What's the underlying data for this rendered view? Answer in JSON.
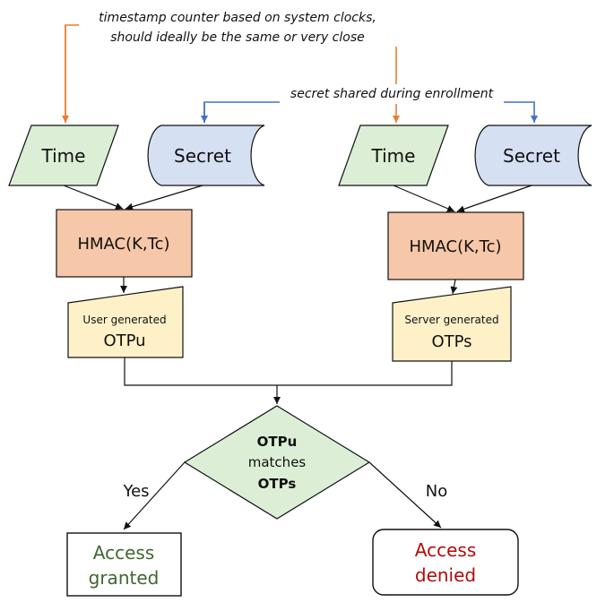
{
  "annotations": {
    "time_note_line1": "timestamp counter based on system clocks,",
    "time_note_line2": "should ideally be the same or very close",
    "secret_note": "secret shared during enrollment"
  },
  "left": {
    "time_label": "Time",
    "secret_label": "Secret",
    "hmac_label": "HMAC(K,Tc)",
    "otp_caption": "User generated",
    "otp_label": "OTPu"
  },
  "right": {
    "time_label": "Time",
    "secret_label": "Secret",
    "hmac_label": "HMAC(K,Tc)",
    "otp_caption": "Server generated",
    "otp_label": "OTPs"
  },
  "decision": {
    "line1": "OTPu",
    "line2": "matches",
    "line3": "OTPs",
    "yes_label": "Yes",
    "no_label": "No"
  },
  "outcomes": {
    "granted_line1": "Access",
    "granted_line2": "granted",
    "denied_line1": "Access",
    "denied_line2": "denied"
  },
  "colors": {
    "time_fill": "#dcefd6",
    "secret_fill": "#d6e0f3",
    "hmac_fill": "#f6c7a8",
    "otp_fill": "#fef1c8",
    "decision_fill": "#dcefd6",
    "orange_arrow": "#ed7d31",
    "blue_arrow": "#4472c4",
    "granted_text": "#3f6630",
    "denied_text": "#b00c0c"
  }
}
